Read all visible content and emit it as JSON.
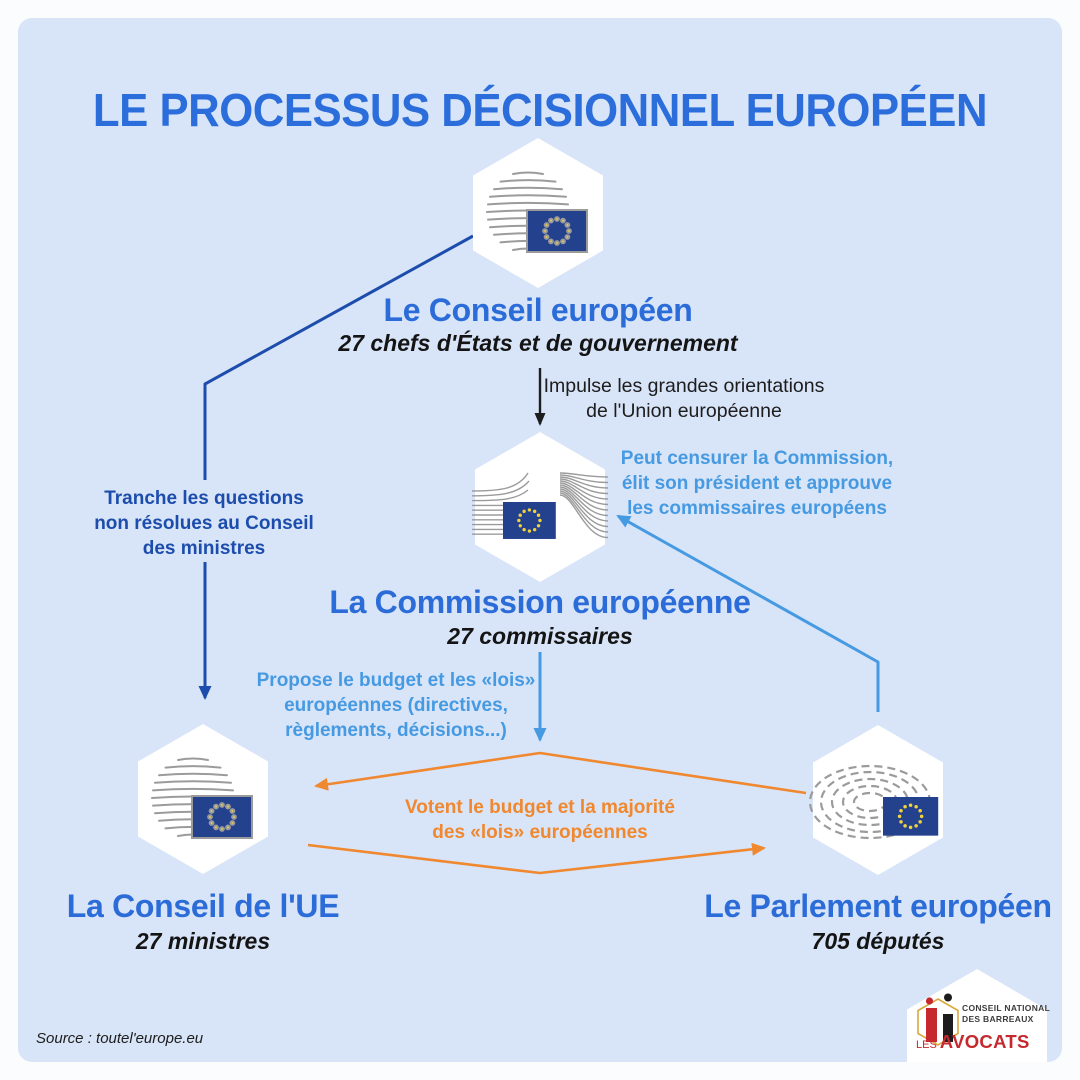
{
  "title": "LE PROCESSUS DÉCISIONNEL EUROPÉEN",
  "nodes": {
    "conseil_europeen": {
      "name": "Le Conseil européen",
      "detail": "27 chefs d'États et de gouvernement"
    },
    "commission": {
      "name": "La Commission européenne",
      "detail": "27 commissaires"
    },
    "conseil_ue": {
      "name": "La Conseil de l'UE",
      "detail": "27 ministres"
    },
    "parlement": {
      "name": "Le Parlement européen",
      "detail": "705 députés"
    }
  },
  "labels": {
    "impulse": "Impulse les grandes orientations\nde l'Union européenne",
    "censure": "Peut censurer la Commission,\nélit son président et approuve\nles commissaires européens",
    "tranche": "Tranche les questions\nnon résolues au Conseil\ndes ministres",
    "propose": "Propose le budget et les «lois»\neuropéennes (directives,\nrèglements, décisions...)",
    "votent": "Votent le budget et la majorité\ndes «lois» européennes"
  },
  "source": "Source : toutel'europe.eu",
  "logo": {
    "org": "CONSEIL NATIONAL\nDES BARREAUX",
    "brand_small": "LES",
    "brand_large": "AVOCATS"
  },
  "colors": {
    "canvas": "#d8e4f7",
    "accent_blue": "#2b6edb",
    "dark_blue": "#1c4dad",
    "light_blue": "#469ae2",
    "orange": "#f0882f",
    "flag_blue": "#24418e",
    "star_yellow": "#f2d33c",
    "cnb_red": "#c5292e"
  }
}
